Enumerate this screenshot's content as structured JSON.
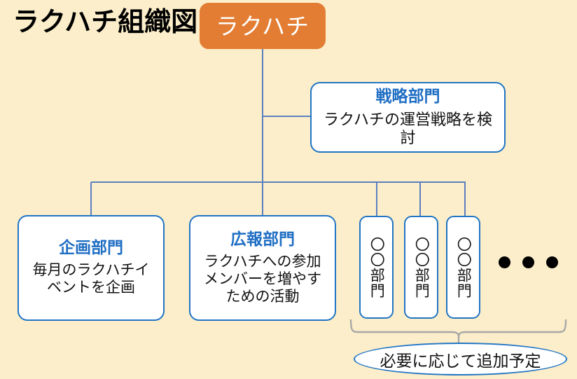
{
  "page": {
    "title": "ラクハチ組織図",
    "background_color": "#fceeca"
  },
  "colors": {
    "accent_orange": "#e27d33",
    "heading_blue": "#1f6ec3",
    "border_blue": "#2175c4",
    "connector_blue": "#5b7fc0",
    "brace_gray": "#a8a8a8",
    "text_black": "#111111"
  },
  "org_chart": {
    "root": {
      "label": "ラクハチ"
    },
    "strategy": {
      "title": "戦略部門",
      "description": "ラクハチの運営戦略を検討"
    },
    "departments": [
      {
        "title": "企画部門",
        "description_lines": [
          "毎月のラクハチイ",
          "ベントを企画"
        ]
      },
      {
        "title": "広報部門",
        "description_lines": [
          "ラクハチへの参加",
          "メンバーを増やす",
          "ための活動"
        ]
      }
    ],
    "placeholders": [
      {
        "label": "〇〇部門"
      },
      {
        "label": "〇〇部門"
      },
      {
        "label": "〇〇部門"
      }
    ],
    "ellipsis": {
      "dot_count": 3,
      "meaning": "more-departments"
    },
    "note": {
      "text": "必要に応じて追加予定"
    }
  }
}
